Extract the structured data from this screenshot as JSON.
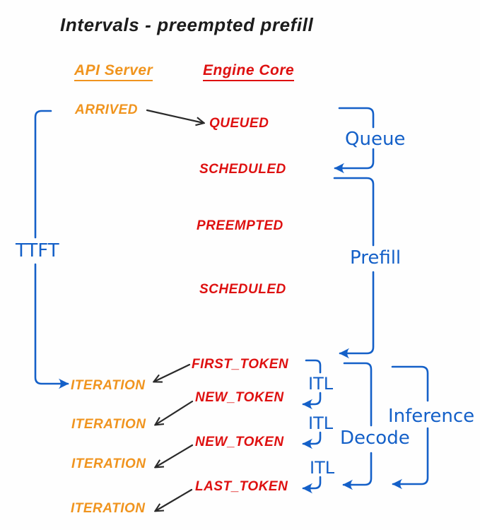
{
  "title": "Intervals - preempted prefill",
  "columns": {
    "api_server": "API Server",
    "engine_core": "Engine Core"
  },
  "api_events": [
    {
      "label": "ARRIVED"
    },
    {
      "label": "ITERATION"
    },
    {
      "label": "ITERATION"
    },
    {
      "label": "ITERATION"
    },
    {
      "label": "ITERATION"
    }
  ],
  "engine_events": [
    {
      "label": "QUEUED"
    },
    {
      "label": "SCHEDULED"
    },
    {
      "label": "PREEMPTED"
    },
    {
      "label": "SCHEDULED"
    },
    {
      "label": "FIRST_TOKEN"
    },
    {
      "label": "NEW_TOKEN"
    },
    {
      "label": "NEW_TOKEN"
    },
    {
      "label": "LAST_TOKEN"
    }
  ],
  "intervals": {
    "ttft": "TTFT",
    "queue": "Queue",
    "prefill": "Prefill",
    "itl": [
      "ITL",
      "ITL",
      "ITL"
    ],
    "decode": "Decode",
    "inference": "Inference"
  },
  "colors": {
    "orange": "#F0941E",
    "red": "#DE1010",
    "blue": "#1460C8",
    "arrow_black": "#2A2A2A"
  }
}
